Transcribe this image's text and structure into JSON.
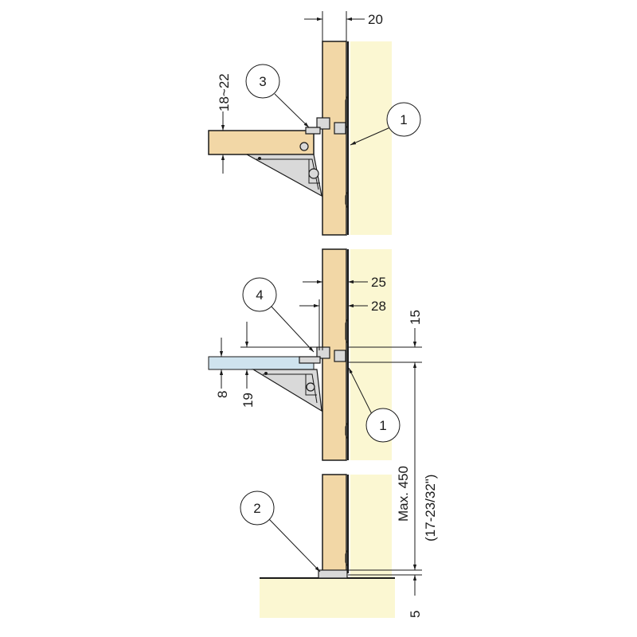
{
  "dimensions": {
    "panel_thickness": "20",
    "shelf_thickness_range": "18~22",
    "depth_25": "25",
    "depth_28": "28",
    "gap_15": "15",
    "glass_8": "8",
    "glass_19": "19",
    "spacing_max": "Max. 450",
    "spacing_max_inch": "(17-23/32\")",
    "bottom_gap": "5"
  },
  "callouts": {
    "c3": "3",
    "c1_top": "1",
    "c4": "4",
    "c1_mid": "1",
    "c2": "2"
  },
  "colors": {
    "wood": "#f2d7a6",
    "wall": "#fbf7d2",
    "glass": "#cfe3ee",
    "metal": "#d9d9d9",
    "line": "#1a1a1a"
  }
}
